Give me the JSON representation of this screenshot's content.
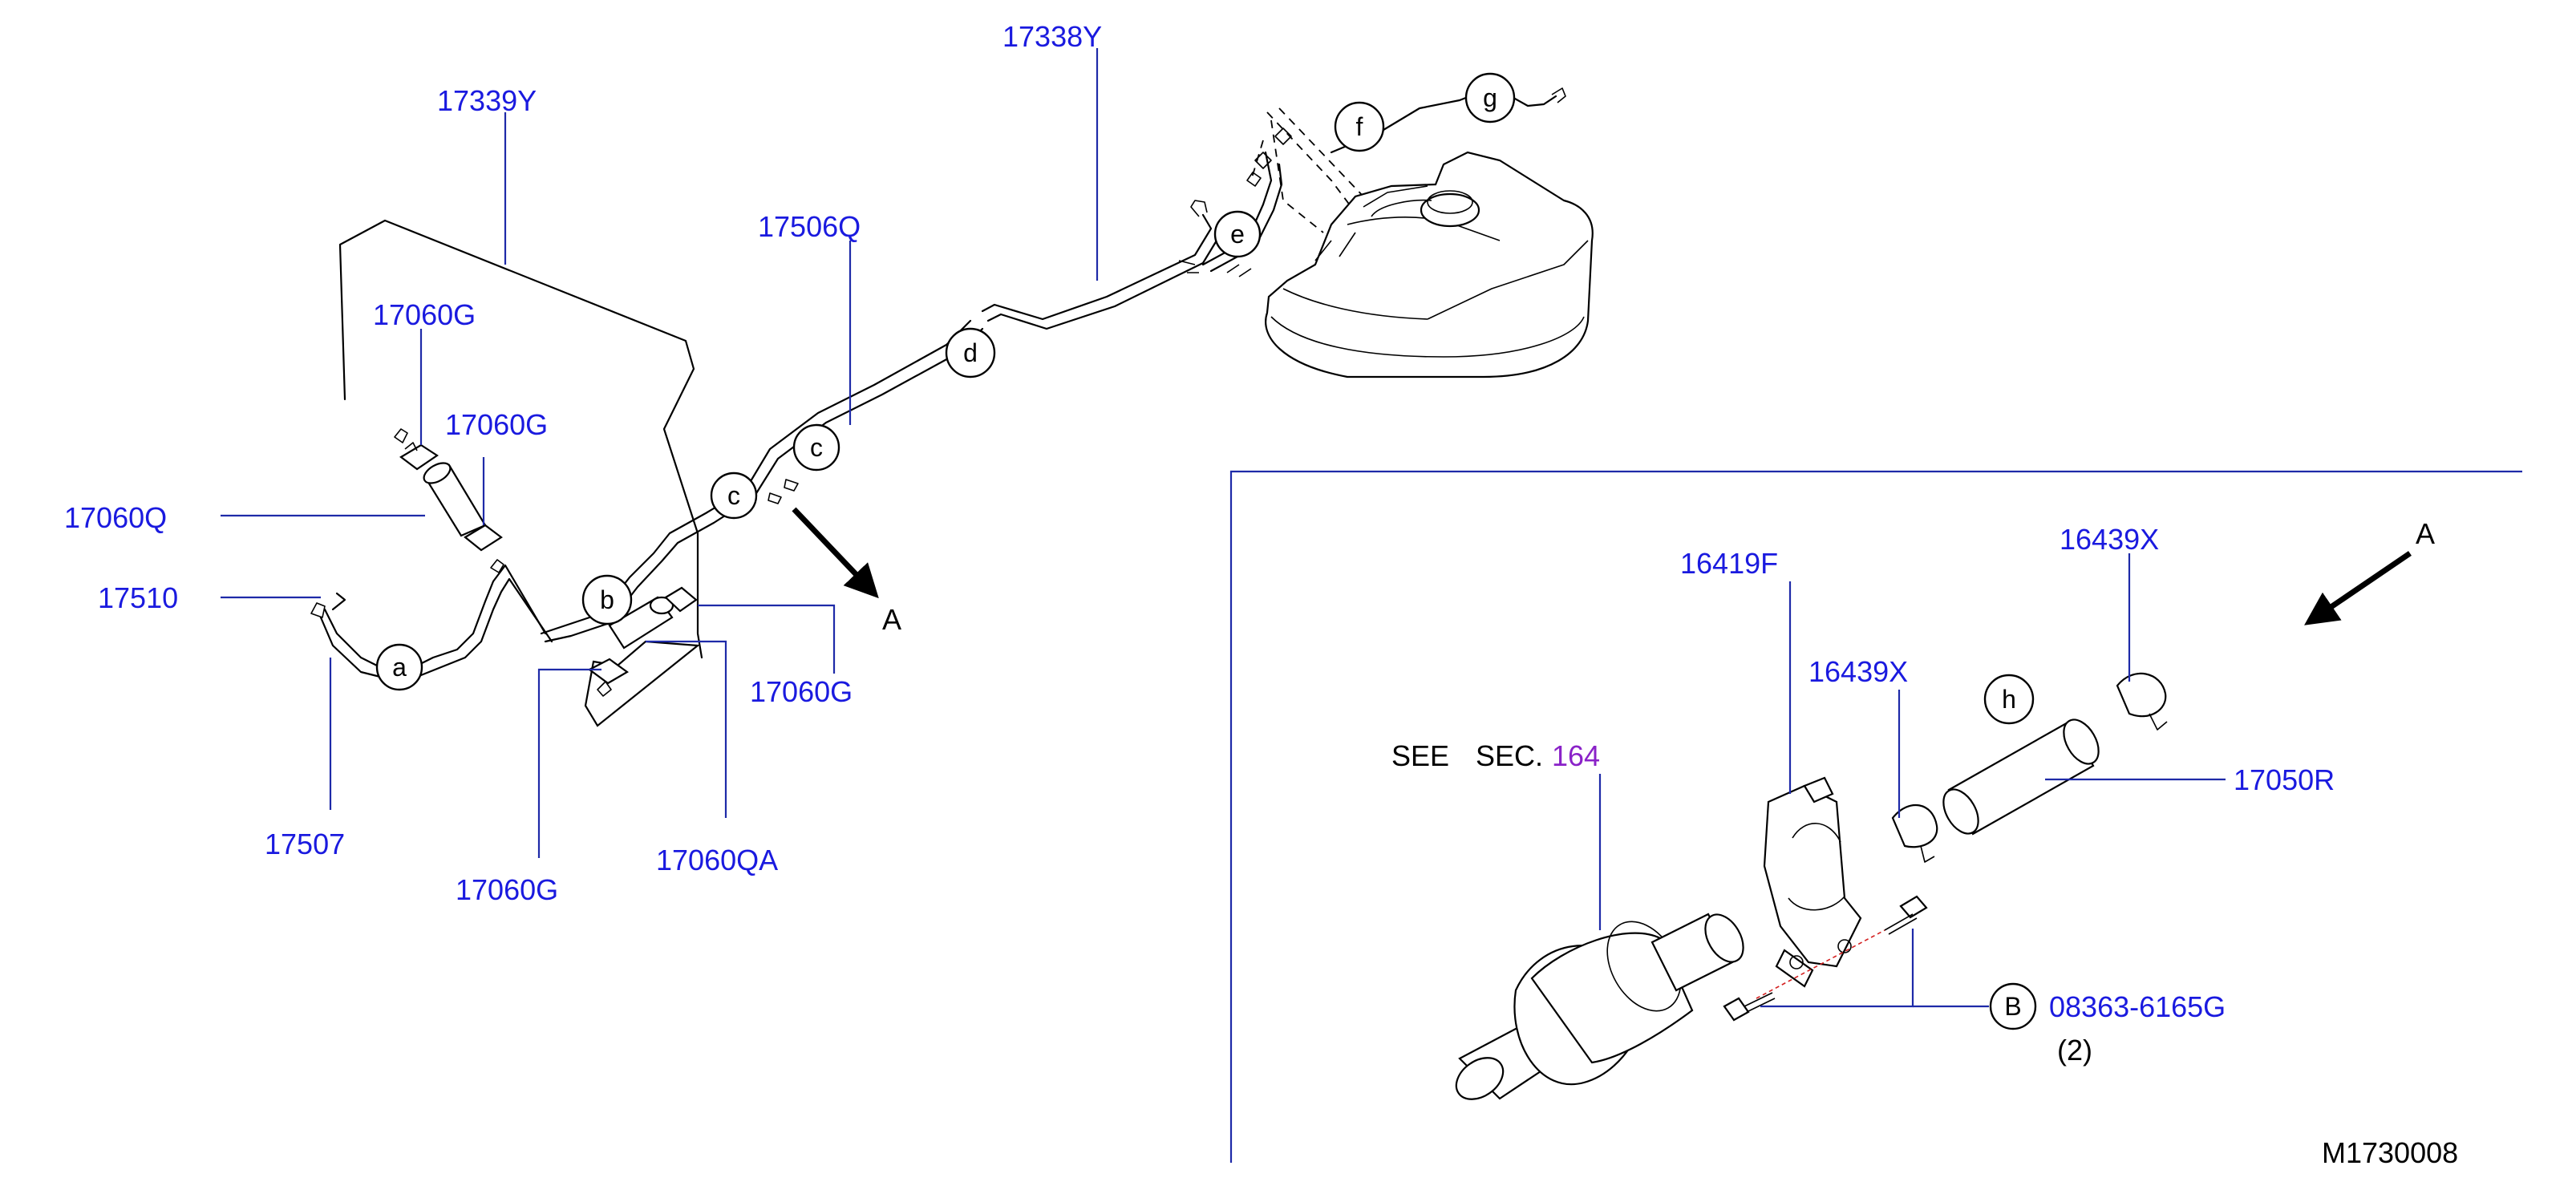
{
  "parts": {
    "p17339Y": "17339Y",
    "p17338Y": "17338Y",
    "p17506Q": "17506Q",
    "p17060G_1": "17060G",
    "p17060G_2": "17060G",
    "p17060Q": "17060Q",
    "p17510": "17510",
    "p17507": "17507",
    "p17060G_3": "17060G",
    "p17060G_4": "17060G",
    "p17060QA": "17060QA",
    "p16419F": "16419F",
    "p16439X_1": "16439X",
    "p16439X_2": "16439X",
    "p17050R": "17050R",
    "p08363": "08363-6165G",
    "qty": "(2)"
  },
  "see": {
    "word": "SEE",
    "sec": "SEC.",
    "num": "164"
  },
  "arrows": {
    "a1": "A",
    "a2": "A"
  },
  "bubbles": {
    "a": "a",
    "b": "b",
    "c1": "c",
    "c2": "c",
    "d": "d",
    "e": "e",
    "f": "f",
    "g": "g",
    "h": "h",
    "B": "B"
  },
  "footer": {
    "code": "M1730008"
  },
  "colors": {
    "part_label": "#1a1adf",
    "section_ref": "#8a22c8",
    "leader": "#1e2aa8"
  }
}
